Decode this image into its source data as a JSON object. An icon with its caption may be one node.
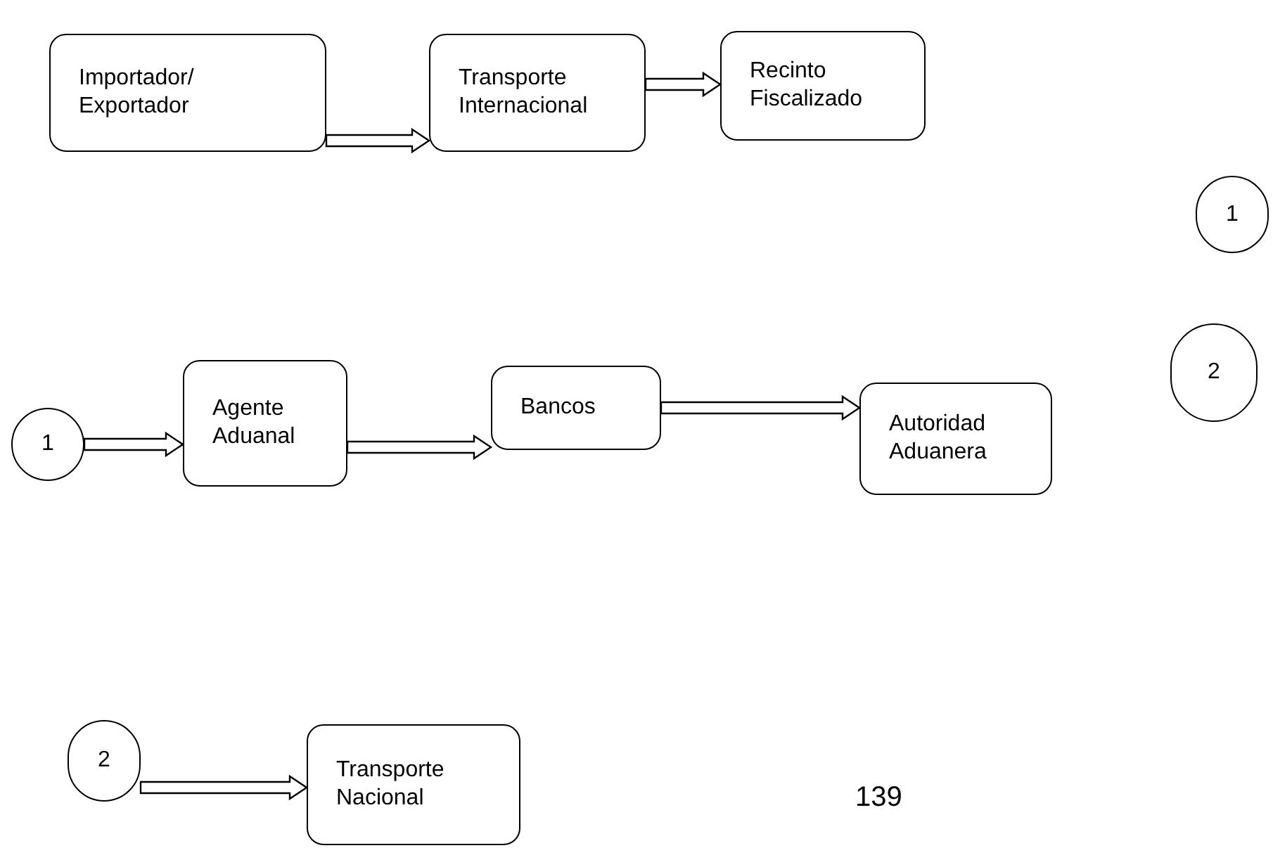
{
  "diagram": {
    "nodes": [
      {
        "text": [
          "Importador/ Exportador"
        ]
      },
      {
        "text": [
          "Transporte Internacional"
        ]
      },
      {
        "text": [
          "Recinto Fiscalizado"
        ]
      },
      {
        "text": [
          "1"
        ]
      },
      {
        "text": [
          "1"
        ]
      },
      {
        "text": [
          "Agente Aduanal"
        ]
      },
      {
        "text": [
          "Bancos"
        ]
      },
      {
        "text": [
          "Autoridad Aduanera"
        ]
      },
      {
        "text": [
          "2"
        ]
      },
      {
        "text": [
          "2"
        ]
      },
      {
        "text": [
          "Transporte Nacional"
        ]
      }
    ],
    "edges": [
      {
        "from": 0,
        "to": 1,
        "arrow": "to"
      },
      {
        "from": 1,
        "to": 2,
        "arrow": "to"
      },
      {
        "from": 4,
        "to": 5,
        "arrow": "to"
      },
      {
        "from": 5,
        "to": 6,
        "arrow": "to"
      },
      {
        "from": 6,
        "to": 7,
        "arrow": "to"
      },
      {
        "from": 9,
        "to": 10,
        "arrow": "to"
      }
    ],
    "labels": [
      "139"
    ]
  }
}
